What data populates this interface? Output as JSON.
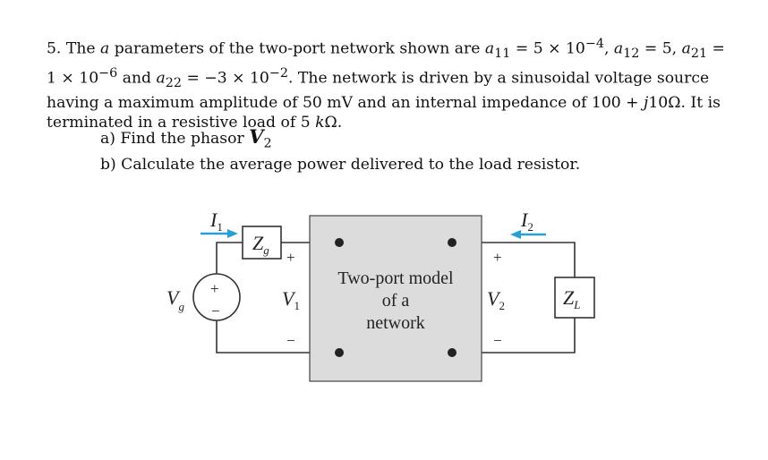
{
  "problem": {
    "number": "5.",
    "line1_a": "The ",
    "a_sym": "a",
    "line1_b": " parameters of the two-port network shown are ",
    "a11": "a",
    "a11_sub": "11",
    "eq1": " = 5 × 10",
    "exp1": "−4",
    "comma1": ", ",
    "a12": "a",
    "a12_sub": "12",
    "eq2": " = 5, ",
    "a21": "a",
    "a21_sub": "21",
    "eq3": " = 1 × 10",
    "exp3": "−6",
    "and": "  and ",
    "a22": "a",
    "a22_sub": "22",
    "eq4": " = −3 × 10",
    "exp4": "−2",
    "rest": ". The network is driven by a sinusoidal voltage source having a maximum amplitude of 50 mV and an internal impedance of 100 + ",
    "j": "j",
    "rest2": "10Ω. It is terminated in a resistive load of 5 ",
    "k": "k",
    "ohm_end": "Ω."
  },
  "questions": {
    "a_text": "a) Find the phasor ",
    "a_var": "V",
    "a_sub": "2",
    "b_text": "b) Calculate the average power delivered to the load resistor."
  },
  "circuit": {
    "i1": "I",
    "i1_sub": "1",
    "i2": "I",
    "i2_sub": "2",
    "zg": "Z",
    "zg_sub": "g",
    "zl": "Z",
    "zl_sub": "L",
    "vg": "V",
    "vg_sub": "g",
    "v1": "V",
    "v1_sub": "1",
    "v2": "V",
    "v2_sub": "2",
    "plus": "+",
    "minus": "−",
    "model_line1": "Two-port model",
    "model_line2": "of a",
    "model_line3": "network",
    "accent_blue": "#2a9fd6",
    "box_fill": "#dcdcdc"
  }
}
